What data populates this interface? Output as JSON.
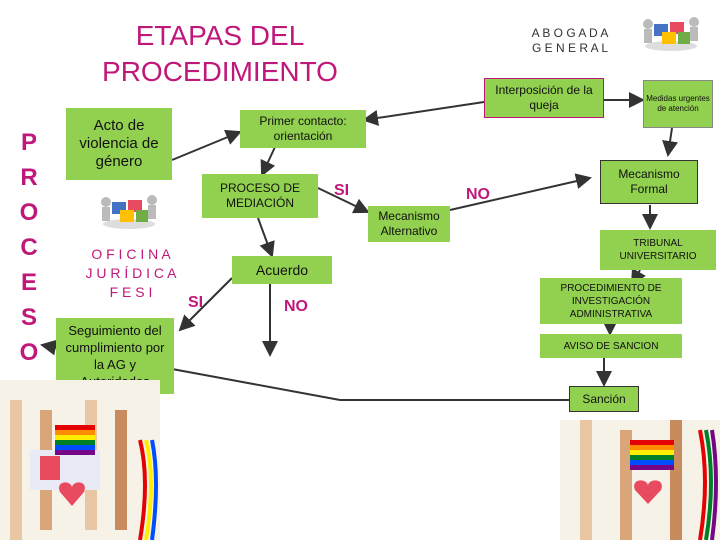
{
  "header": {
    "title_line1": "ETAPAS DEL",
    "title_line2": "PROCEDIMIENTO",
    "abogada_line1": "A B O G A D A",
    "abogada_line2": "G E N E R A L"
  },
  "vertical_word": [
    "P",
    "R",
    "O",
    "C",
    "E",
    "S",
    "O"
  ],
  "left": {
    "acto": "Acto de violencia de género",
    "oficina_line1": "O F I C I N A",
    "oficina_line2": "J U R Í D I C A",
    "oficina_line3": "F E S I",
    "seguimiento": "Seguimiento del cumplimiento por la AG y Autoridades"
  },
  "center": {
    "primer_contacto": "Primer contacto: orientación",
    "mediacion": "PROCESO DE MEDIACIÓN",
    "acuerdo": "Acuerdo",
    "mecanismo_alternativo": "Mecanismo Alternativo",
    "si1": "SI",
    "si2": "SI",
    "no_center": "NO",
    "no_right": "NO"
  },
  "right": {
    "interposicion": "Interposición de la queja",
    "medidas": "Medidas urgentes de atención",
    "mecanismo_formal": "Mecanismo Formal",
    "tribunal": "TRIBUNAL UNIVERSITARIO",
    "procedimiento": "PROCEDIMIENTO DE INVESTIGACIÓN ADMINISTRATIVA",
    "aviso": "AVISO DE SANCION",
    "sancion": "Sanción"
  },
  "colors": {
    "magenta": "#c0187a",
    "green": "#92d050",
    "blue": "#4472c4",
    "arrow": "#333333"
  }
}
